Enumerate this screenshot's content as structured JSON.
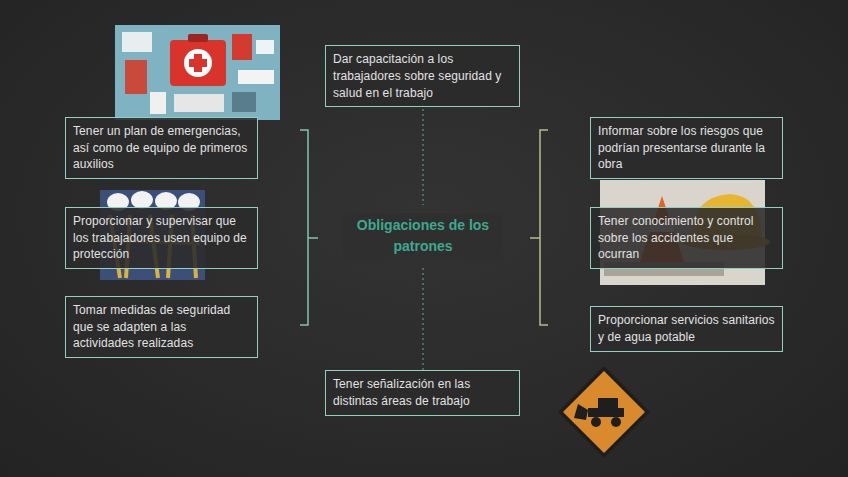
{
  "diagram": {
    "title": "Obligaciones de los patrones",
    "nodes": [
      {
        "text": [
          "Dar capacitación a los trabajadores sobre seguridad y salud en el trabajo"
        ]
      },
      {
        "text": [
          "Tener un plan de emergencias, así como de equipo de primeros auxilios"
        ]
      },
      {
        "text": [
          "Informar sobre los riesgos que podrían presentarse durante la obra"
        ]
      },
      {
        "text": [
          "Proporcionar y supervisar que los trabajadores usen equipo de protección"
        ]
      },
      {
        "text": [
          "Tener conocimiento y control sobre los accidentes que ocurran"
        ]
      },
      {
        "text": [
          "Tomar medidas de seguridad que se adapten a las actividades realizadas"
        ]
      },
      {
        "text": [
          "Proporcionar servicios sanitarios y de agua potable"
        ]
      },
      {
        "text": [
          "Tener señalización en las distintas áreas de trabajo"
        ]
      }
    ]
  }
}
